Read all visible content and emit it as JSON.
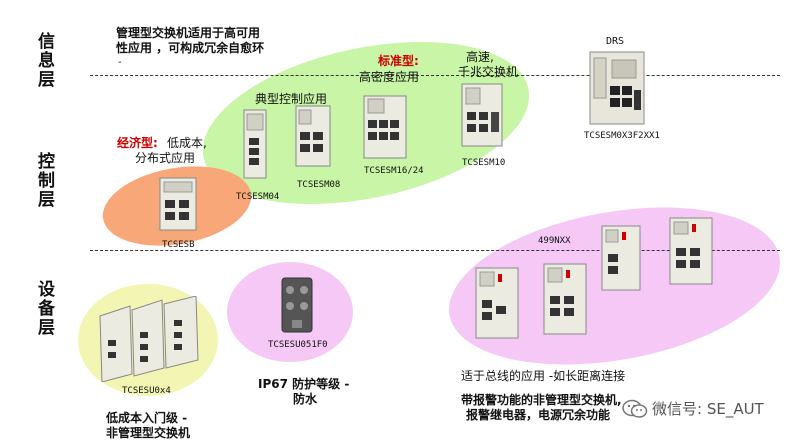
{
  "layers": {
    "info": "信息层",
    "control": "控制层",
    "device": "设备层"
  },
  "notes": {
    "managed_ha_line1": "管理型交换机适用于高可用",
    "managed_ha_line2": "性应用 ，可构成冗余自愈环",
    "managed_ha_dash": "-",
    "standard_label": "标准型:",
    "standard_desc": "高密度应用",
    "highspeed_line1": "高速,",
    "highspeed_line2": "千兆交换机",
    "typical_control": "典型控制应用",
    "economy_label": "经济型:",
    "economy_desc1": "低成本,",
    "economy_desc2": "分布式应用",
    "ip67_line1": "IP67 防护等级 -",
    "ip67_line2": "防水",
    "lowcost_line1": "低成本入门级 -",
    "lowcost_line2": "非管理型交换机",
    "bus_app": "适于总线的应用 -如长距离连接",
    "alarm_line1": "带报警功能的非管理型交换机,",
    "alarm_line2": "报警继电器，电源冗余功能"
  },
  "models": {
    "drs_title": "DRS",
    "drs": "TCSESM0X3F2XX1",
    "esm04": "TCSESM04",
    "esm08": "TCSESM08",
    "esm16": "TCSESM16/24",
    "esm10": "TCSESM10",
    "esb": "TCSESB",
    "esu051": "TCSESU051F0",
    "esu0x4": "TCSESU0x4",
    "n499": "499NXX"
  },
  "watermark": {
    "icon": "wechat-icon",
    "text": "微信号: SE_AUT"
  },
  "colors": {
    "green": "#c8f5a6",
    "orange": "#f8a878",
    "pink": "#f5c8f5",
    "yellow": "#f3f5b3",
    "emphasis_red": "#d00000"
  }
}
